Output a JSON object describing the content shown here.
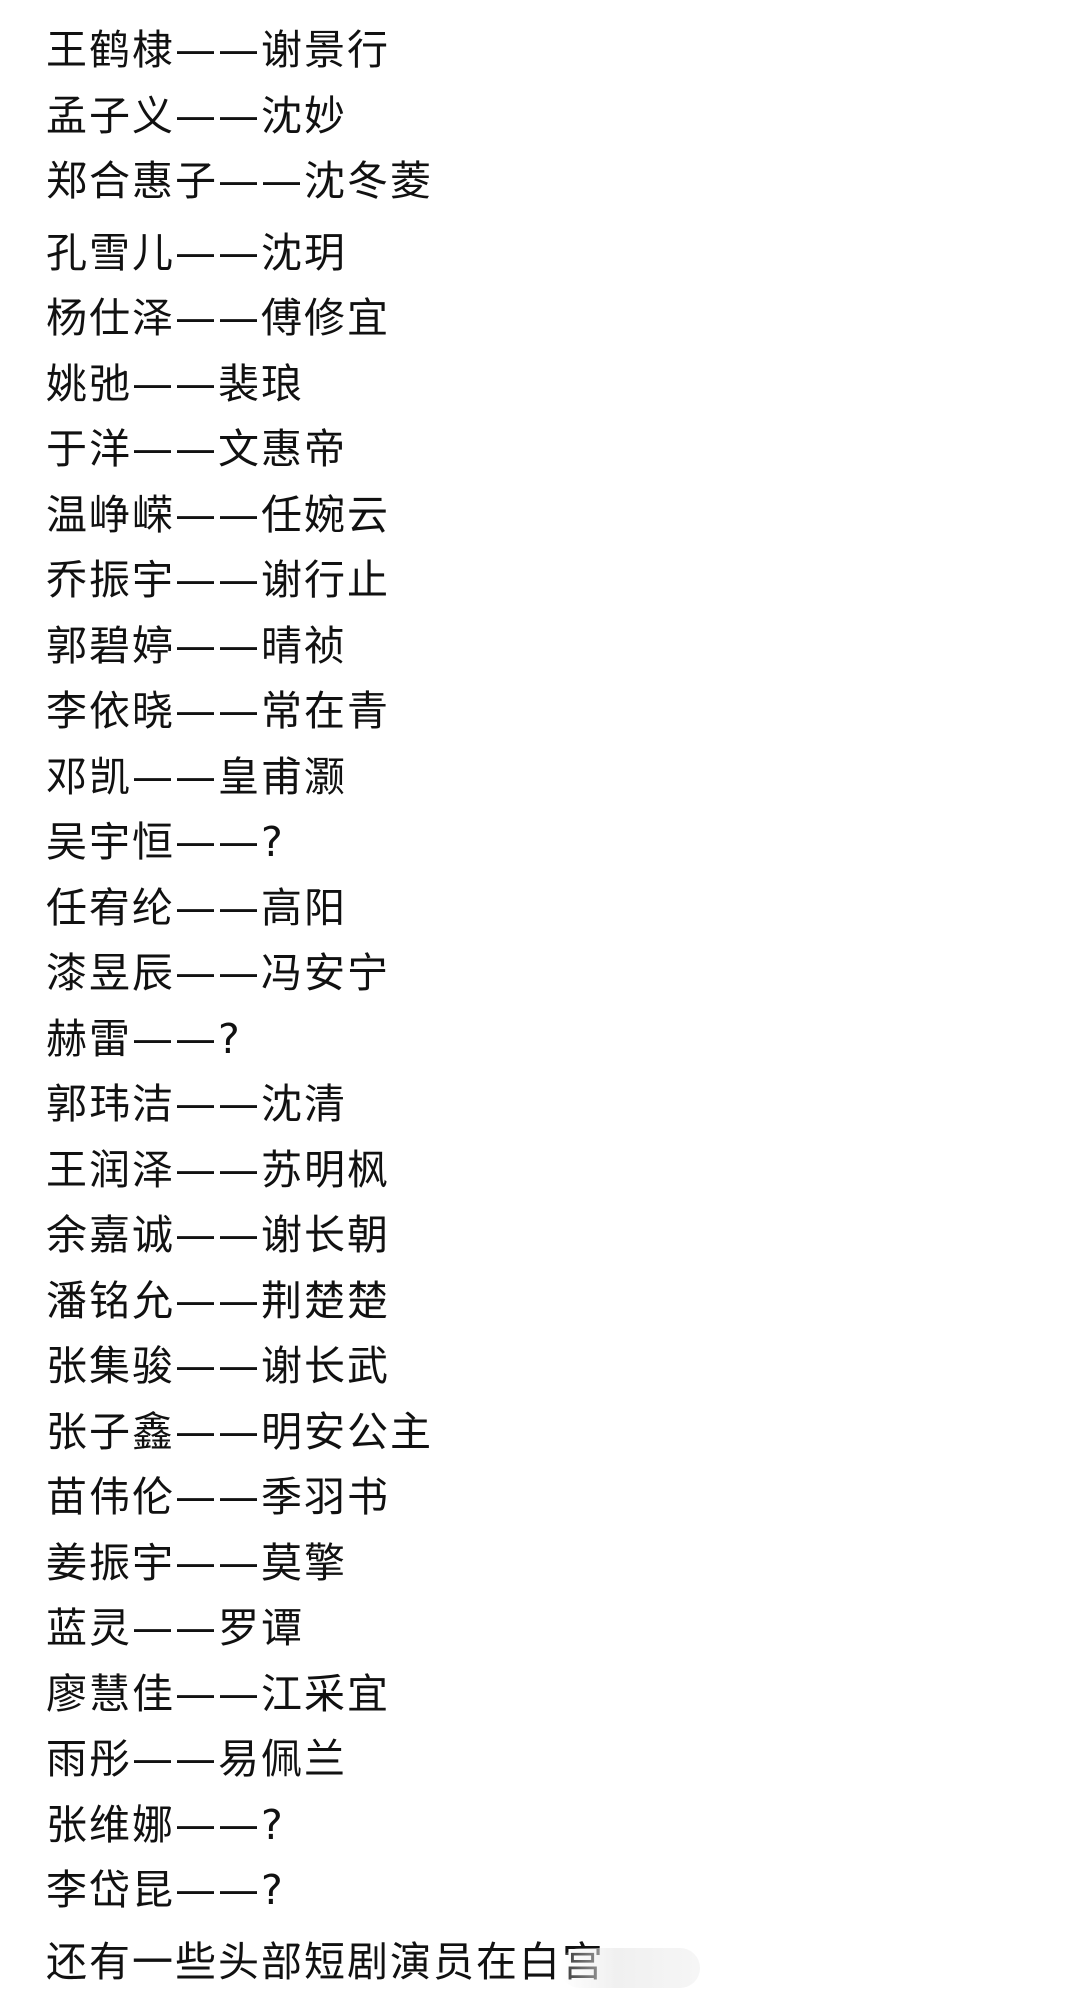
{
  "cast": [
    {
      "actor": "王鹤棣",
      "dash": "——",
      "role": "谢景行"
    },
    {
      "actor": "孟子义",
      "dash": "——",
      "role": "沈妙"
    },
    {
      "actor": "郑合惠子",
      "dash": "——",
      "role": "沈冬菱"
    },
    {
      "actor": "孔雪儿",
      "dash": "——",
      "role": "沈玥"
    },
    {
      "actor": "杨仕泽",
      "dash": "——",
      "role": "傅修宜"
    },
    {
      "actor": "姚弛",
      "dash": "——",
      "role": "裴琅"
    },
    {
      "actor": "于洋",
      "dash": "——",
      "role": "文惠帝"
    },
    {
      "actor": "温峥嵘",
      "dash": "——",
      "role": "任婉云"
    },
    {
      "actor": "乔振宇",
      "dash": "——",
      "role": "谢行止"
    },
    {
      "actor": "郭碧婷",
      "dash": "——",
      "role": "晴祯"
    },
    {
      "actor": "李依晓",
      "dash": "——",
      "role": "常在青"
    },
    {
      "actor": "邓凯",
      "dash": "——",
      "role": "皇甫灏"
    },
    {
      "actor": "吴宇恒",
      "dash": "——",
      "role": "?"
    },
    {
      "actor": "任宥纶",
      "dash": "——",
      "role": "高阳"
    },
    {
      "actor": "漆昱辰",
      "dash": "——",
      "role": "冯安宁"
    },
    {
      "actor": "赫雷",
      "dash": "——",
      "role": "?"
    },
    {
      "actor": "郭玮洁",
      "dash": "——",
      "role": "沈清"
    },
    {
      "actor": "王润泽",
      "dash": "——",
      "role": "苏明枫"
    },
    {
      "actor": "余嘉诚",
      "dash": "——",
      "role": "谢长朝"
    },
    {
      "actor": "潘铭允",
      "dash": "——",
      "role": "荆楚楚"
    },
    {
      "actor": "张集骏",
      "dash": "——",
      "role": "谢长武"
    },
    {
      "actor": "张子鑫",
      "dash": "——",
      "role": "明安公主"
    },
    {
      "actor": "苗伟伦",
      "dash": "——",
      "role": "季羽书"
    },
    {
      "actor": "姜振宇",
      "dash": "——",
      "role": "莫擎"
    },
    {
      "actor": "蓝灵",
      "dash": "——",
      "role": "罗谭"
    },
    {
      "actor": "廖慧佳",
      "dash": "——",
      "role": "江采宜"
    },
    {
      "actor": "雨彤",
      "dash": "——",
      "role": "易佩兰"
    },
    {
      "actor": "张维娜",
      "dash": "——",
      "role": "?"
    },
    {
      "actor": "李岱昆",
      "dash": "——",
      "role": "?"
    }
  ],
  "footer": "还有一些头部短剧演员在白宫"
}
